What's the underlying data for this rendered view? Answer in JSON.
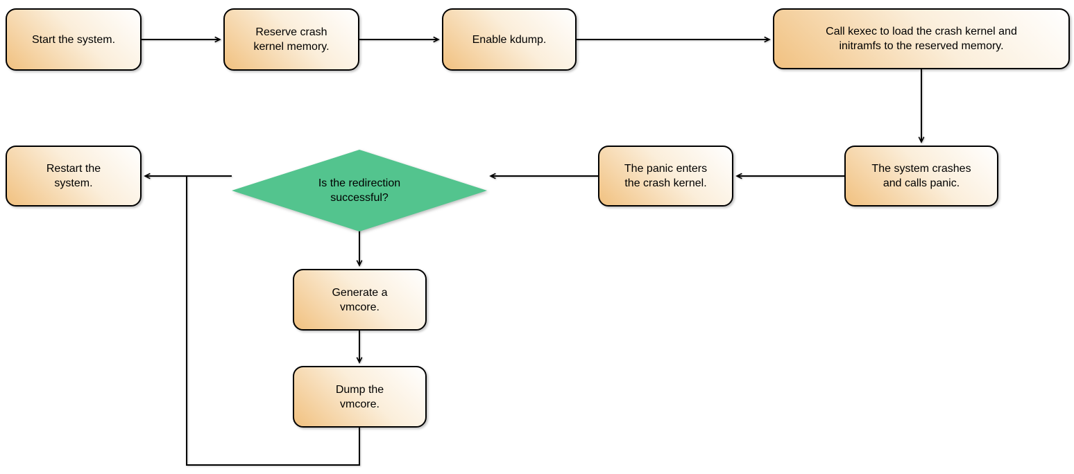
{
  "diagram": {
    "type": "flowchart",
    "subject": "kdump crash-dump process flow",
    "colors": {
      "background": "#ffffff",
      "node_fill_start": "#f1c180",
      "node_fill_end": "#ffffff",
      "node_border": "#000000",
      "decision_fill": "#53c48e",
      "connector": "#000000",
      "text": "#000000"
    },
    "nodes": {
      "start": {
        "label": "Start the system.",
        "shape": "rounded-rect"
      },
      "reserve": {
        "label": "Reserve crash\nkernel memory.",
        "shape": "rounded-rect"
      },
      "enable": {
        "label": "Enable kdump.",
        "shape": "rounded-rect"
      },
      "kexec": {
        "label": "Call kexec to load the crash kernel and\ninitramfs to the reserved memory.",
        "shape": "rounded-rect"
      },
      "crash": {
        "label": "The system crashes\nand calls panic.",
        "shape": "rounded-rect"
      },
      "panic": {
        "label": "The panic enters\nthe crash kernel.",
        "shape": "rounded-rect"
      },
      "decision": {
        "label": "Is the redirection\nsuccessful?",
        "shape": "diamond"
      },
      "restart": {
        "label": "Restart the\nsystem.",
        "shape": "rounded-rect"
      },
      "generate": {
        "label": "Generate a\nvmcore.",
        "shape": "rounded-rect"
      },
      "dump": {
        "label": "Dump the\nvmcore.",
        "shape": "rounded-rect"
      }
    },
    "edges": [
      {
        "from": "start",
        "to": "reserve",
        "direction": "right"
      },
      {
        "from": "reserve",
        "to": "enable",
        "direction": "right"
      },
      {
        "from": "enable",
        "to": "kexec",
        "direction": "right"
      },
      {
        "from": "kexec",
        "to": "crash",
        "direction": "down"
      },
      {
        "from": "crash",
        "to": "panic",
        "direction": "left"
      },
      {
        "from": "panic",
        "to": "decision",
        "direction": "left"
      },
      {
        "from": "decision",
        "to": "restart",
        "direction": "left"
      },
      {
        "from": "decision",
        "to": "generate",
        "direction": "down"
      },
      {
        "from": "generate",
        "to": "dump",
        "direction": "down"
      },
      {
        "from": "dump",
        "to": "restart",
        "direction": "loop-left-up",
        "note": "merges into decision-to-restart connector"
      }
    ]
  }
}
